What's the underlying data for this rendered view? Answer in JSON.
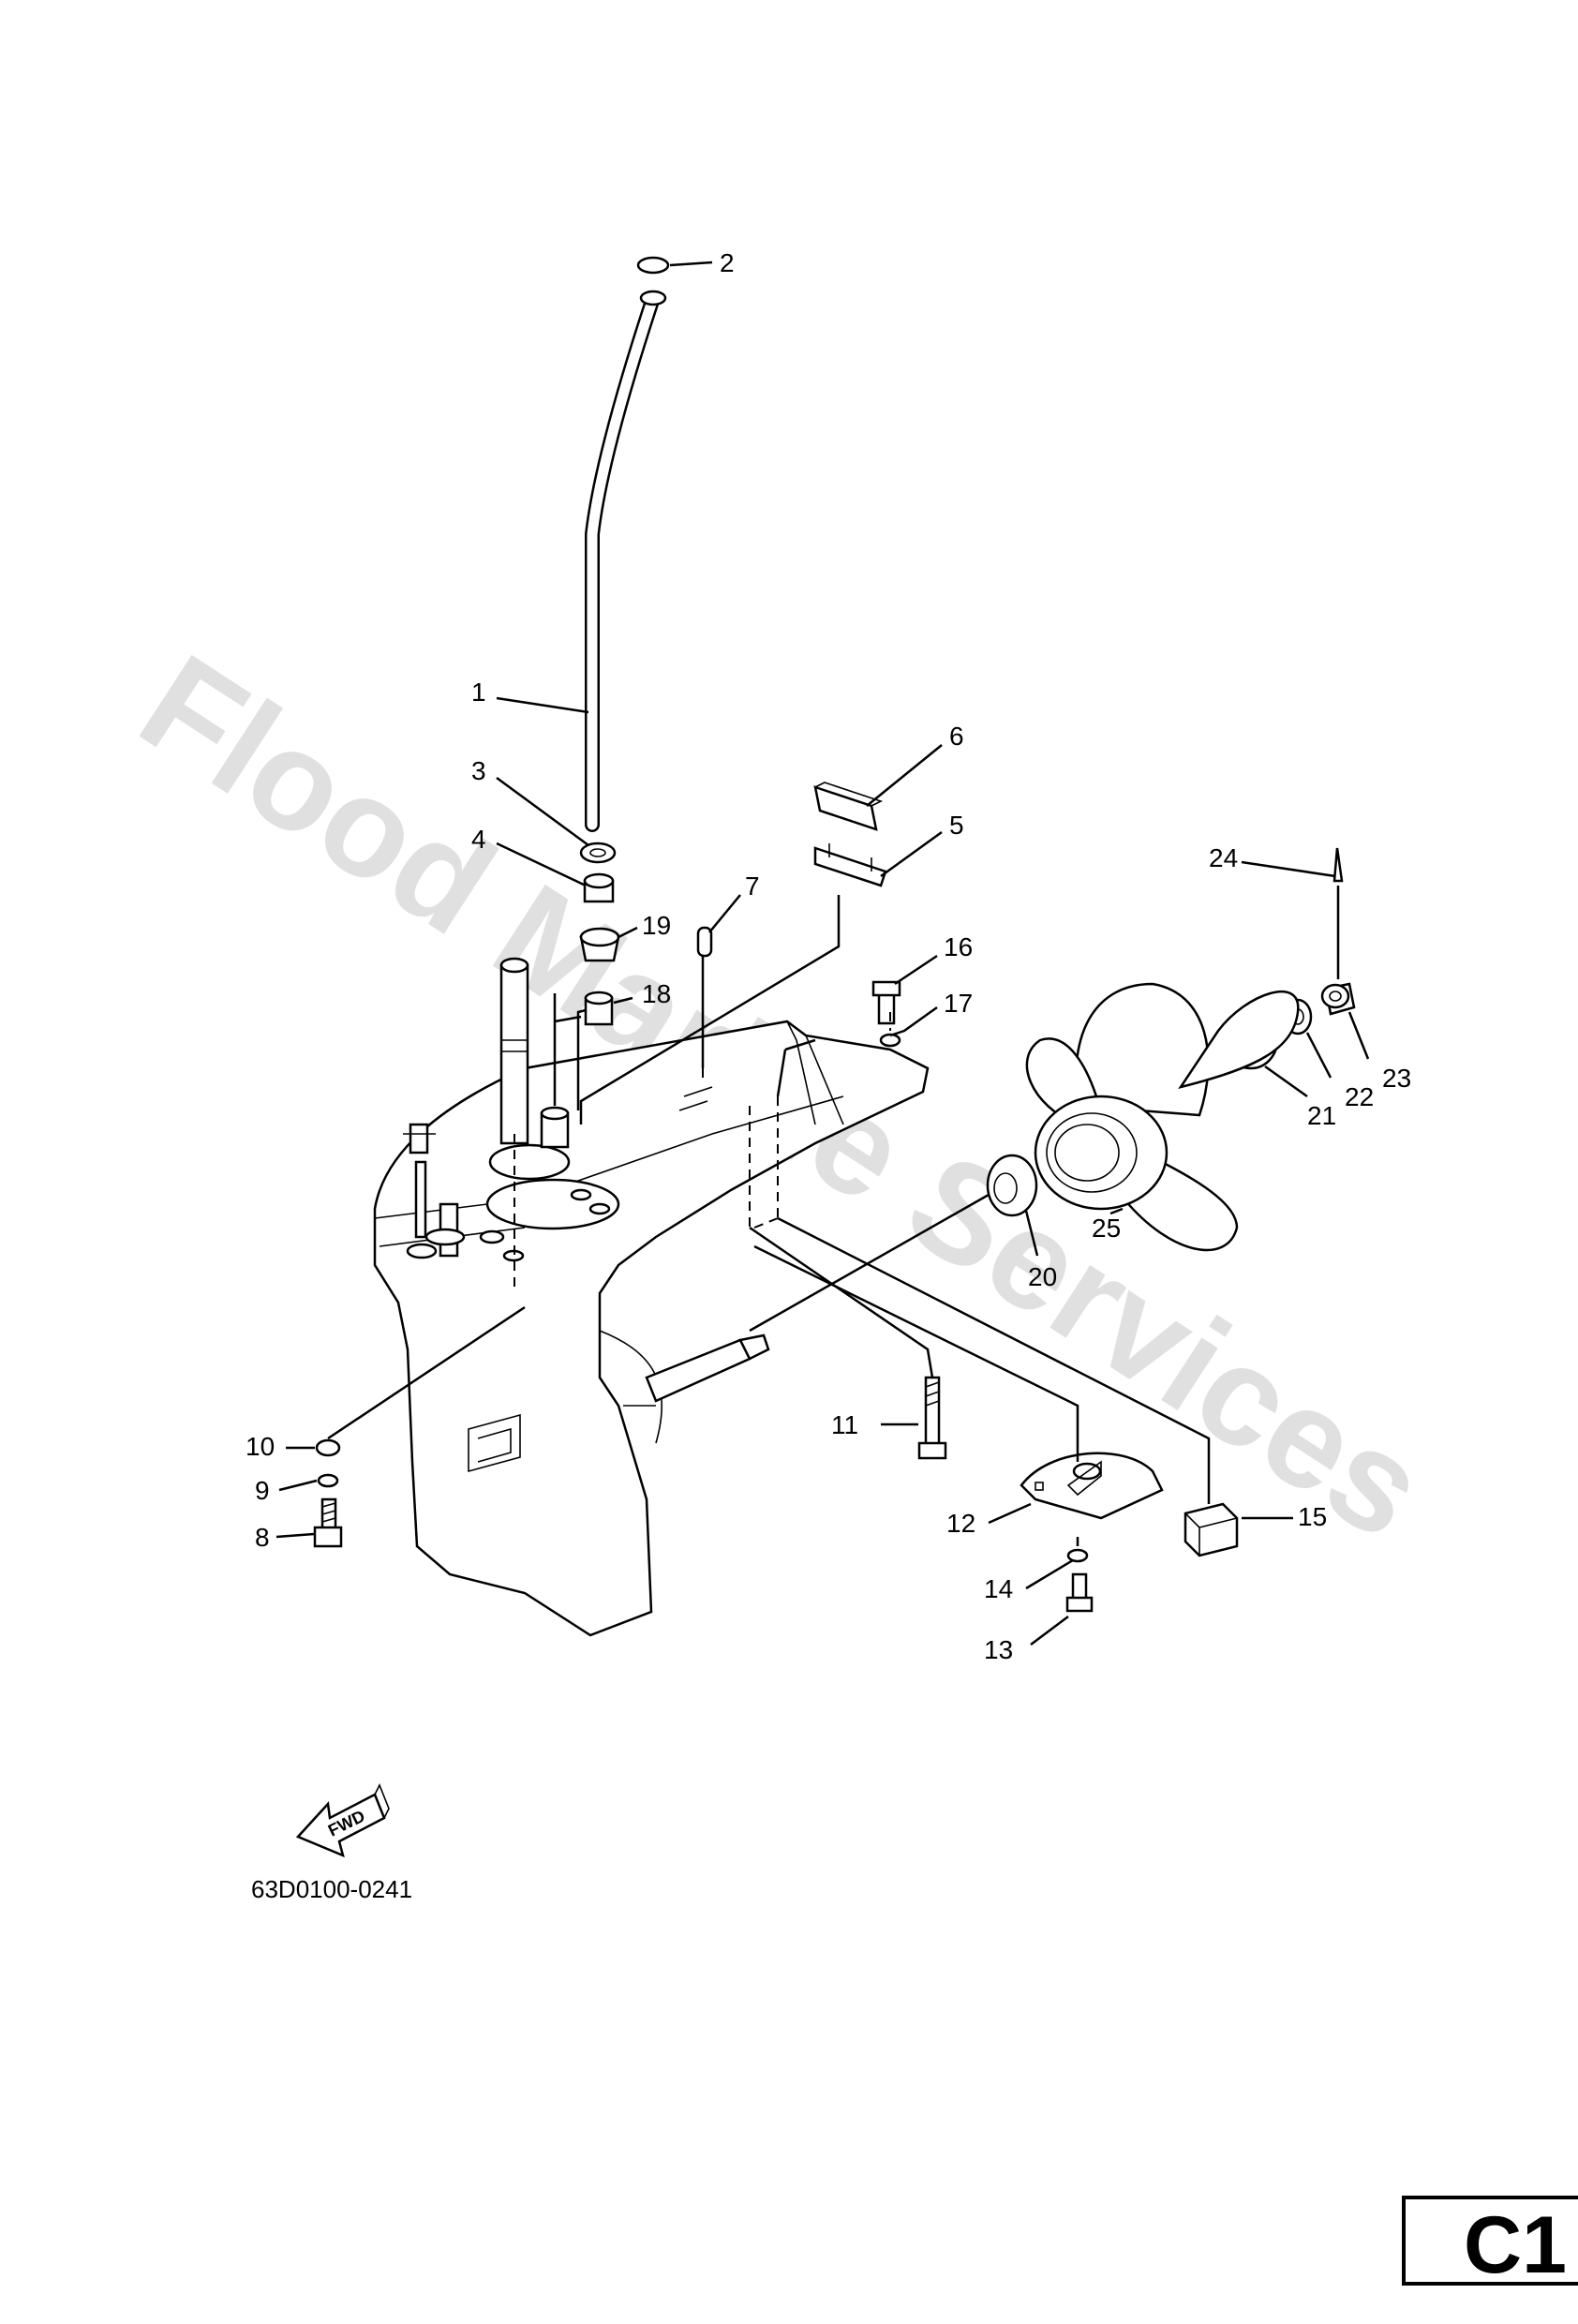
{
  "watermark": "Flood Marine Services",
  "diagram_code": "63D0100-0241",
  "fwd_label": "FWD",
  "page_code": "C1",
  "part_labels": [
    "1",
    "2",
    "3",
    "4",
    "5",
    "6",
    "7",
    "8",
    "9",
    "10",
    "11",
    "12",
    "13",
    "14",
    "15",
    "16",
    "17",
    "18",
    "19",
    "20",
    "21",
    "22",
    "23",
    "24",
    "25"
  ]
}
